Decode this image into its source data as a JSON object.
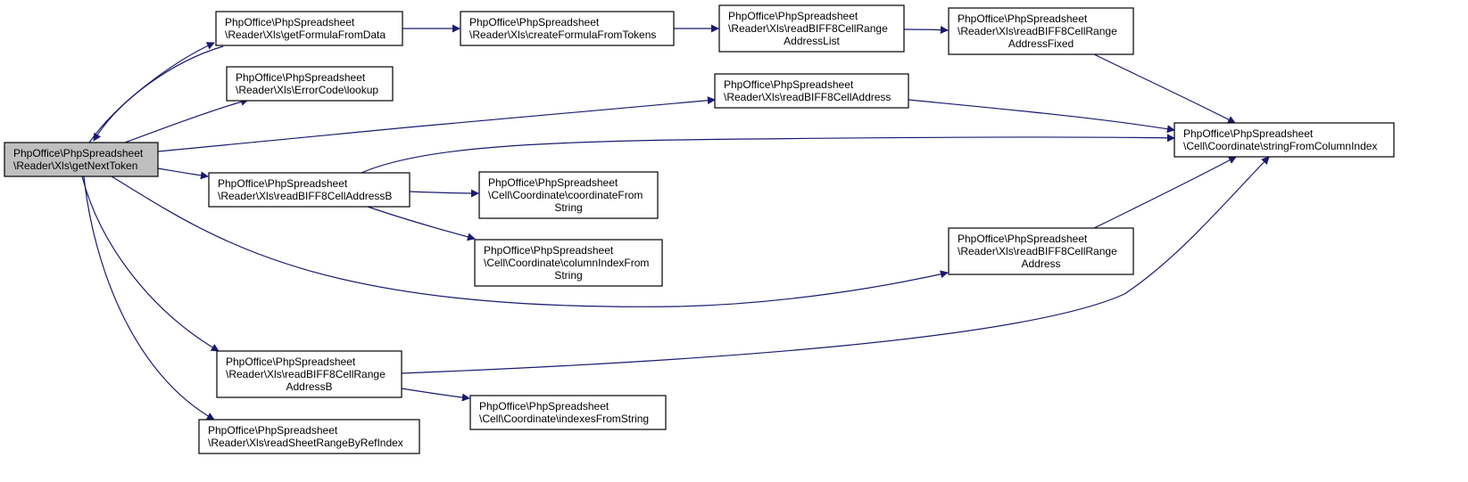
{
  "colors": {
    "edge": "#191970",
    "node_fill": "#ffffff",
    "focus_fill": "#bfbfbf",
    "node_border": "#000000"
  },
  "nodes": [
    {
      "id": "getNextToken",
      "lines": [
        "PhpOffice\\PhpSpreadsheet",
        "\\Reader\\Xls\\getNextToken"
      ],
      "focus": true
    },
    {
      "id": "getFormulaFromData",
      "lines": [
        "PhpOffice\\PhpSpreadsheet",
        "\\Reader\\Xls\\getFormulaFromData"
      ]
    },
    {
      "id": "createFormulaFromTokens",
      "lines": [
        "PhpOffice\\PhpSpreadsheet",
        "\\Reader\\Xls\\createFormulaFromTokens"
      ]
    },
    {
      "id": "readBIFF8CellRangeAddressList",
      "lines": [
        "PhpOffice\\PhpSpreadsheet",
        "\\Reader\\Xls\\readBIFF8CellRange",
        "AddressList"
      ]
    },
    {
      "id": "readBIFF8CellRangeAddressFixed",
      "lines": [
        "PhpOffice\\PhpSpreadsheet",
        "\\Reader\\Xls\\readBIFF8CellRange",
        "AddressFixed"
      ]
    },
    {
      "id": "stringFromColumnIndex",
      "lines": [
        "PhpOffice\\PhpSpreadsheet",
        "\\Cell\\Coordinate\\stringFromColumnIndex"
      ]
    },
    {
      "id": "lookup",
      "lines": [
        "PhpOffice\\PhpSpreadsheet",
        "\\Reader\\Xls\\ErrorCode\\lookup"
      ]
    },
    {
      "id": "readBIFF8CellAddress",
      "lines": [
        "PhpOffice\\PhpSpreadsheet",
        "\\Reader\\Xls\\readBIFF8CellAddress"
      ]
    },
    {
      "id": "readBIFF8CellAddressB",
      "lines": [
        "PhpOffice\\PhpSpreadsheet",
        "\\Reader\\Xls\\readBIFF8CellAddressB"
      ]
    },
    {
      "id": "coordinateFromString",
      "lines": [
        "PhpOffice\\PhpSpreadsheet",
        "\\Cell\\Coordinate\\coordinateFrom",
        "String"
      ]
    },
    {
      "id": "columnIndexFromString",
      "lines": [
        "PhpOffice\\PhpSpreadsheet",
        "\\Cell\\Coordinate\\columnIndexFrom",
        "String"
      ]
    },
    {
      "id": "readBIFF8CellRangeAddress",
      "lines": [
        "PhpOffice\\PhpSpreadsheet",
        "\\Reader\\Xls\\readBIFF8CellRange",
        "Address"
      ]
    },
    {
      "id": "readBIFF8CellRangeAddressB",
      "lines": [
        "PhpOffice\\PhpSpreadsheet",
        "\\Reader\\Xls\\readBIFF8CellRange",
        "AddressB"
      ]
    },
    {
      "id": "indexesFromString",
      "lines": [
        "PhpOffice\\PhpSpreadsheet",
        "\\Cell\\Coordinate\\indexesFromString"
      ]
    },
    {
      "id": "readSheetRangeByRefIndex",
      "lines": [
        "PhpOffice\\PhpSpreadsheet",
        "\\Reader\\Xls\\readSheetRangeByRefIndex"
      ]
    }
  ],
  "edges": [
    {
      "from": "getNextToken",
      "to": "getFormulaFromData"
    },
    {
      "from": "getFormulaFromData",
      "to": "getNextToken"
    },
    {
      "from": "getNextToken",
      "to": "lookup"
    },
    {
      "from": "getNextToken",
      "to": "readBIFF8CellAddress"
    },
    {
      "from": "getNextToken",
      "to": "readBIFF8CellAddressB"
    },
    {
      "from": "getNextToken",
      "to": "readBIFF8CellRangeAddress"
    },
    {
      "from": "getNextToken",
      "to": "readBIFF8CellRangeAddressB"
    },
    {
      "from": "getNextToken",
      "to": "readSheetRangeByRefIndex"
    },
    {
      "from": "getFormulaFromData",
      "to": "createFormulaFromTokens"
    },
    {
      "from": "createFormulaFromTokens",
      "to": "readBIFF8CellRangeAddressList"
    },
    {
      "from": "readBIFF8CellRangeAddressList",
      "to": "readBIFF8CellRangeAddressFixed"
    },
    {
      "from": "readBIFF8CellRangeAddressFixed",
      "to": "stringFromColumnIndex"
    },
    {
      "from": "readBIFF8CellAddress",
      "to": "stringFromColumnIndex"
    },
    {
      "from": "readBIFF8CellAddressB",
      "to": "stringFromColumnIndex"
    },
    {
      "from": "readBIFF8CellAddressB",
      "to": "coordinateFromString"
    },
    {
      "from": "readBIFF8CellAddressB",
      "to": "columnIndexFromString"
    },
    {
      "from": "readBIFF8CellRangeAddress",
      "to": "stringFromColumnIndex"
    },
    {
      "from": "readBIFF8CellRangeAddressB",
      "to": "stringFromColumnIndex"
    },
    {
      "from": "readBIFF8CellRangeAddressB",
      "to": "indexesFromString"
    }
  ]
}
